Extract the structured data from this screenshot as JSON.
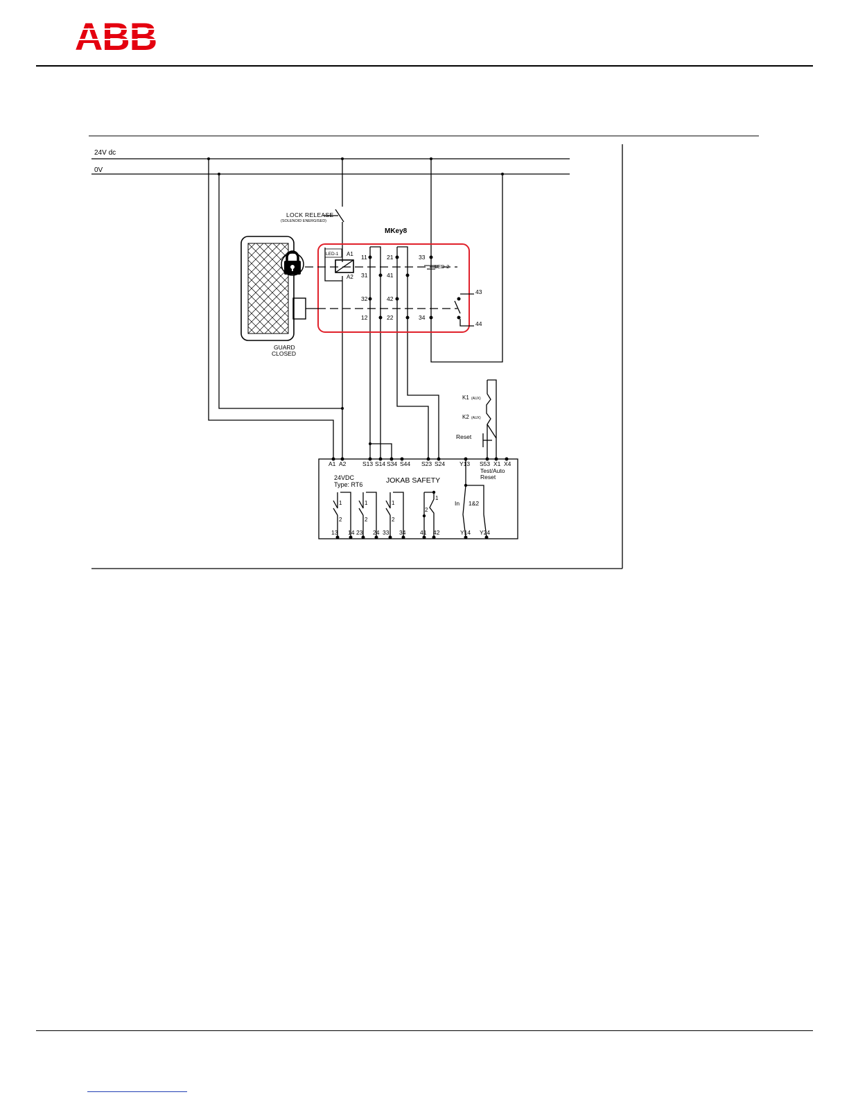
{
  "header": {
    "logo_text": "ABB",
    "logo_color": "#e4000f"
  },
  "colors": {
    "mkey_box": "#e0202a",
    "ink": "#000000",
    "link": "#1f3fb3"
  },
  "diagram": {
    "supply_24v": "24V  dc",
    "supply_0v": "0V",
    "lock_release": "LOCK RELEASE",
    "lock_release_sub": "(SOLENOID ENERGISED)",
    "mkey_title": "MKey8",
    "guard_line1": "GUARD",
    "guard_line2": "CLOSED",
    "led1": "LED-1",
    "led2": "LED-2",
    "mkey_terms": {
      "a1": "A1",
      "a2": "A2",
      "t11": "11",
      "t31": "31",
      "t32": "32",
      "t12": "12",
      "t21": "21",
      "t41": "41",
      "t42": "42",
      "t22": "22",
      "t33": "33",
      "t34": "34",
      "t43": "43",
      "t44": "44"
    },
    "k1": "K1",
    "k1_sub": "(AUX)",
    "k2": "K2",
    "k2_sub": "(AUX)",
    "reset": "Reset",
    "relay": {
      "top_terms": [
        "A1",
        "A2",
        "S13",
        "S14",
        "S34",
        "S44",
        "S23",
        "S24",
        "Y13",
        "S53",
        "X1",
        "X4"
      ],
      "voltage": "24VDC",
      "type": "Type:  RT6",
      "brand": "JOKAB  SAFETY",
      "test_auto": "Test/Auto",
      "reset2": "Reset",
      "contact_1": "1",
      "contact_2": "2",
      "in": "In",
      "in_12": "1&2",
      "bottom_terms": [
        "13",
        "14",
        "23",
        "24",
        "33",
        "34",
        "41",
        "42",
        "Y14",
        "Y24"
      ]
    }
  }
}
